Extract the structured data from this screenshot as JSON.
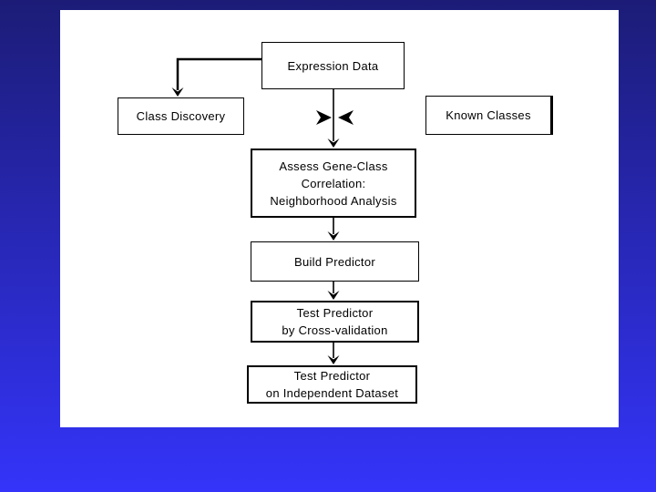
{
  "slide": {
    "background": {
      "top_color": "#1c1c77",
      "bottom_color": "#3434fa"
    },
    "canvas_color": "#ffffff",
    "line_color": "#000000"
  },
  "flowchart": {
    "nodes": {
      "expression_data": {
        "label": "Expression Data"
      },
      "class_discovery": {
        "label": "Class Discovery"
      },
      "known_classes": {
        "label": "Known Classes"
      },
      "assess_correlation": {
        "label": "Assess Gene-Class\nCorrelation:\nNeighborhood Analysis"
      },
      "build_predictor": {
        "label": "Build Predictor"
      },
      "test_cross_validation": {
        "label": "Test Predictor\nby Cross-validation"
      },
      "test_independent": {
        "label": "Test Predictor\non Independent Dataset"
      }
    }
  }
}
